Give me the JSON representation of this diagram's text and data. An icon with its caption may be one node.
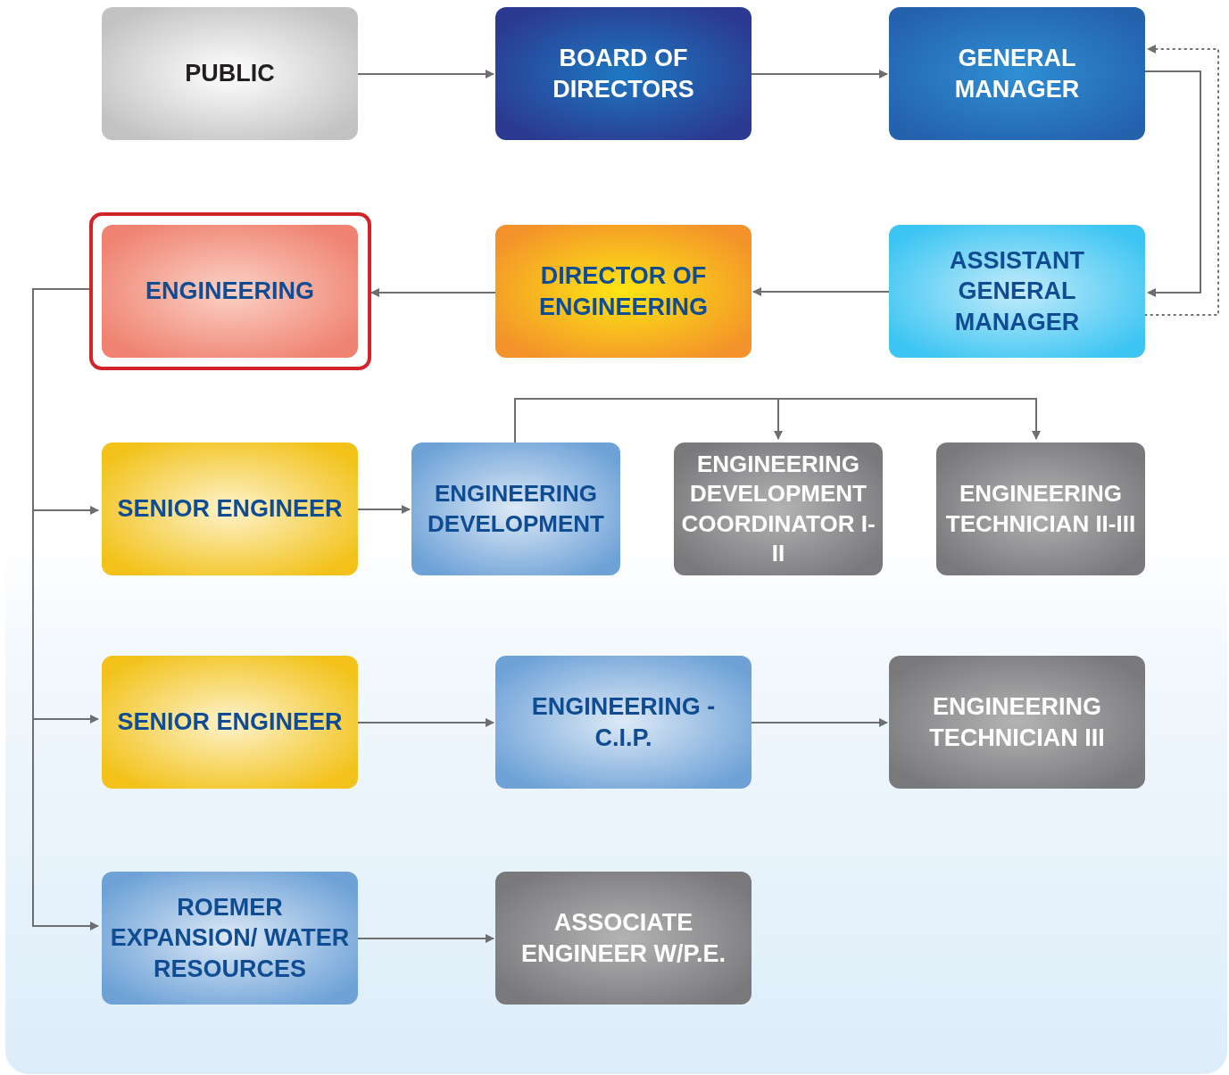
{
  "diagram": {
    "nodes": [
      {
        "text": [
          "PUBLIC"
        ]
      },
      {
        "text": [
          "BOARD OF DIRECTORS"
        ]
      },
      {
        "text": [
          "GENERAL MANAGER"
        ]
      },
      {
        "text": [
          "ENGINEERING"
        ]
      },
      {
        "text": [
          "DIRECTOR OF ENGINEERING"
        ]
      },
      {
        "text": [
          "ASSISTANT GENERAL MANAGER"
        ]
      },
      {
        "text": [
          "SENIOR ENGINEER"
        ]
      },
      {
        "text": [
          "ENGINEERING DEVELOPMENT"
        ]
      },
      {
        "text": [
          "ENGINEERING DEVELOPMENT COORDINATOR I-II"
        ]
      },
      {
        "text": [
          "ENGINEERING TECHNICIAN II-III"
        ]
      },
      {
        "text": [
          "SENIOR ENGINEER"
        ]
      },
      {
        "text": [
          "ENGINEERING - C.I.P."
        ]
      },
      {
        "text": [
          "ENGINEERING TECHNICIAN III"
        ]
      },
      {
        "text": [
          "ROEMER EXPANSION/ WATER RESOURCES"
        ]
      },
      {
        "text": [
          "ASSOCIATE ENGINEER W/P.E."
        ]
      }
    ],
    "edges": [
      {
        "from": 0,
        "to": 1,
        "arrow": "to"
      },
      {
        "from": 1,
        "to": 2,
        "arrow": "to"
      },
      {
        "from": 2,
        "to": 5,
        "arrow": "to"
      },
      {
        "from": 5,
        "to": 2,
        "arrow": "to",
        "style": "dashed"
      },
      {
        "from": 5,
        "to": 4,
        "arrow": "to"
      },
      {
        "from": 4,
        "to": 3,
        "arrow": "to"
      },
      {
        "from": 3,
        "to": 6,
        "arrow": "to"
      },
      {
        "from": 3,
        "to": 10,
        "arrow": "to"
      },
      {
        "from": 3,
        "to": 13,
        "arrow": "to"
      },
      {
        "from": 6,
        "to": 7,
        "arrow": "to"
      },
      {
        "from": 7,
        "to": 8,
        "arrow": "to"
      },
      {
        "from": 7,
        "to": 9,
        "arrow": "to"
      },
      {
        "from": 10,
        "to": 11,
        "arrow": "to"
      },
      {
        "from": 11,
        "to": 12,
        "arrow": "to"
      },
      {
        "from": 13,
        "to": 14,
        "arrow": "to"
      }
    ]
  }
}
